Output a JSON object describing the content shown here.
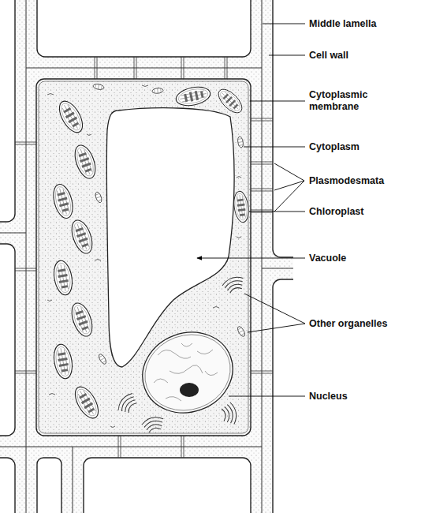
{
  "diagram": {
    "labels": [
      "Middle lamella",
      "Cell wall",
      "Cytoplasmic membrane",
      "Cytoplasm",
      "Plasmodesmata",
      "Chloroplast",
      "Vacuole",
      "Other organelles",
      "Nucleus"
    ]
  }
}
